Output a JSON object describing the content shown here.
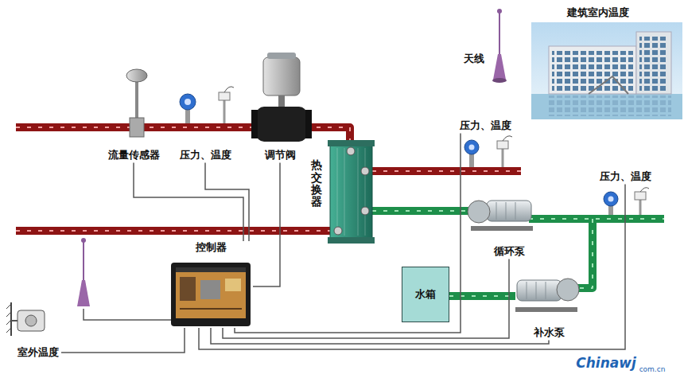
{
  "diagram": {
    "nodes": [
      {
        "text": [
          "流量传感器"
        ]
      },
      {
        "text": [
          "压力、温度"
        ]
      },
      {
        "text": [
          "调节阀"
        ]
      },
      {
        "text": [
          "热交换器"
        ]
      },
      {
        "text": [
          "压力、温度"
        ]
      },
      {
        "text": [
          "循环泵"
        ]
      },
      {
        "text": [
          "压力、温度"
        ]
      },
      {
        "text": [
          "水箱"
        ]
      },
      {
        "text": [
          "控制器"
        ]
      },
      {
        "text": [
          "补水泵"
        ]
      },
      {
        "text": [
          "室外温度"
        ]
      }
    ],
    "edges": [
      {
        "from": 8,
        "to": 0,
        "arrow": "none"
      },
      {
        "from": 8,
        "to": 1,
        "arrow": "none"
      },
      {
        "from": 8,
        "to": 2,
        "arrow": "none"
      },
      {
        "from": 8,
        "to": 10,
        "arrow": "none"
      },
      {
        "from": 8,
        "to": 4,
        "arrow": "none"
      },
      {
        "from": 8,
        "to": 5,
        "arrow": "none"
      },
      {
        "from": 8,
        "to": 9,
        "arrow": "none"
      },
      {
        "from": 8,
        "to": 6,
        "arrow": "none"
      }
    ],
    "labels": [
      "建筑室内温度",
      "天线",
      "Chinawj",
      "com.cn"
    ]
  }
}
